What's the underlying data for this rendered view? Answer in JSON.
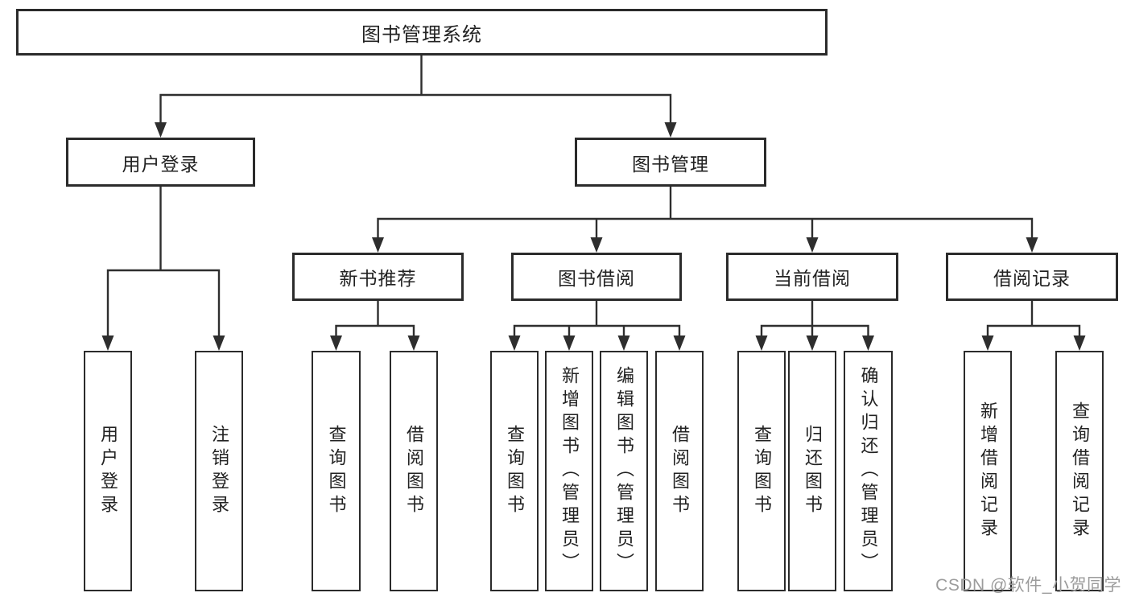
{
  "diagram_title": "图书管理系统",
  "colors": {
    "line": "#2e2e2e",
    "box_border": "#2b2b2b",
    "text": "#222222",
    "watermark": "#9c9c9c",
    "background": "#ffffff"
  },
  "tree": {
    "label": "图书管理系统",
    "children": [
      {
        "label": "用户登录",
        "children": [
          {
            "label": "用户登录"
          },
          {
            "label": "注销登录"
          }
        ]
      },
      {
        "label": "图书管理",
        "children": [
          {
            "label": "新书推荐",
            "children": [
              {
                "label": "查询图书"
              },
              {
                "label": "借阅图书"
              }
            ]
          },
          {
            "label": "图书借阅",
            "children": [
              {
                "label": "查询图书"
              },
              {
                "label": "新增图书（管理员）"
              },
              {
                "label": "编辑图书（管理员）"
              },
              {
                "label": "借阅图书"
              }
            ]
          },
          {
            "label": "当前借阅",
            "children": [
              {
                "label": "查询图书"
              },
              {
                "label": "归还图书"
              },
              {
                "label": "确认归还（管理员）"
              }
            ]
          },
          {
            "label": "借阅记录",
            "children": [
              {
                "label": "新增借阅记录"
              },
              {
                "label": "查询借阅记录"
              }
            ]
          }
        ]
      }
    ]
  },
  "watermark": {
    "text": "CSDN @软件_小贺同学"
  }
}
